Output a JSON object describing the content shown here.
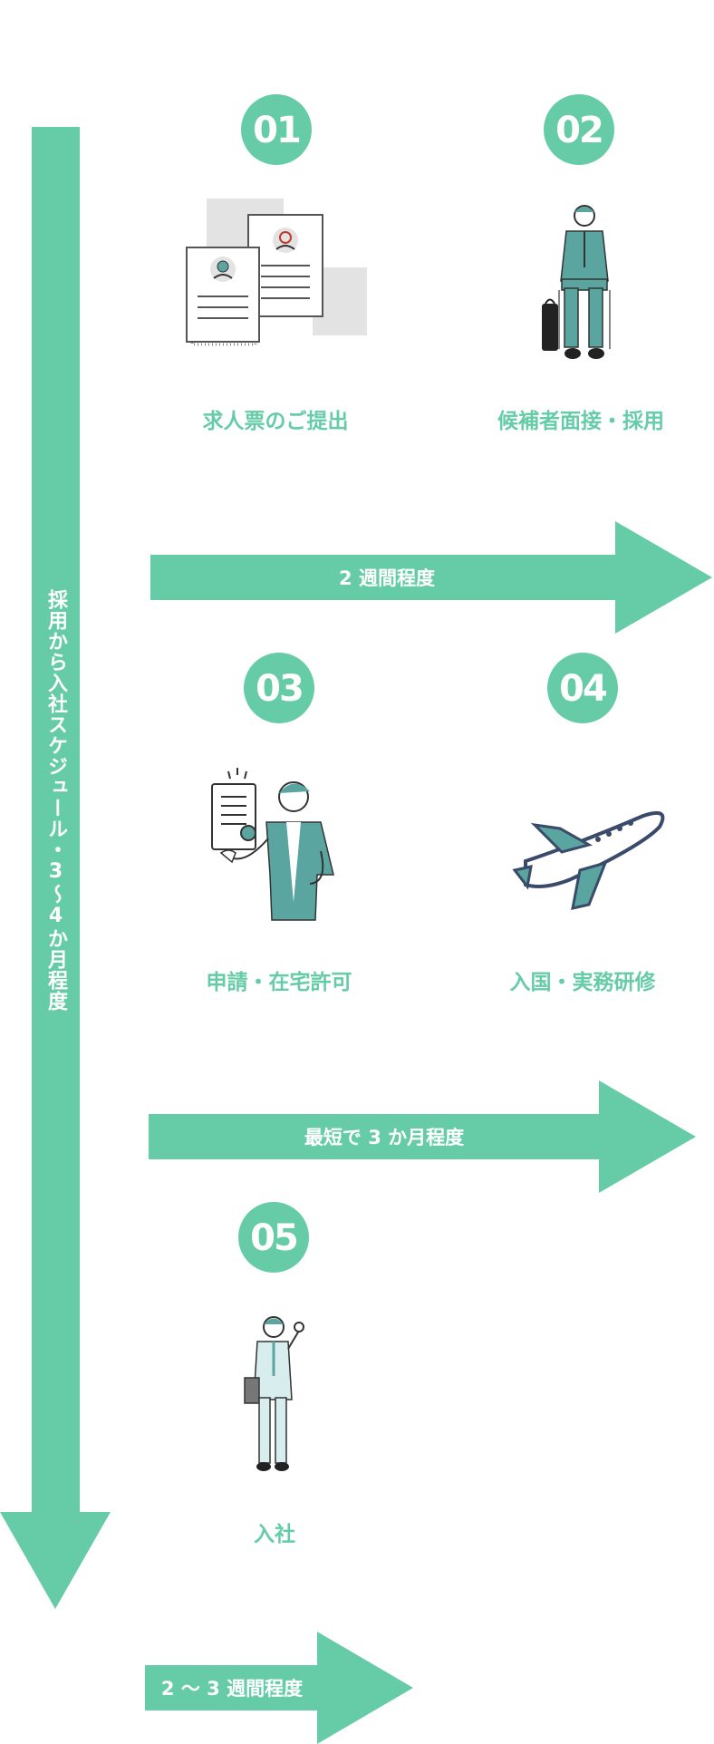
{
  "timeline": {
    "vertical_label": "採用から入社スケジュール・3～4か月程度",
    "accent_color": "#66cca8"
  },
  "steps": [
    {
      "number": "01",
      "label": "求人票のご提出",
      "icon": "resume-documents-icon"
    },
    {
      "number": "02",
      "label": "候補者面接・採用",
      "icon": "seated-candidate-icon"
    },
    {
      "number": "03",
      "label": "申請・在宅許可",
      "icon": "certificate-presenter-icon"
    },
    {
      "number": "04",
      "label": "入国・実務研修",
      "icon": "airplane-icon"
    },
    {
      "number": "05",
      "label": "入社",
      "icon": "new-employee-icon"
    }
  ],
  "durations": [
    {
      "label": "2 週間程度"
    },
    {
      "label": "最短で 3 か月程度"
    },
    {
      "label": "2 ～ 3 週間程度"
    }
  ]
}
